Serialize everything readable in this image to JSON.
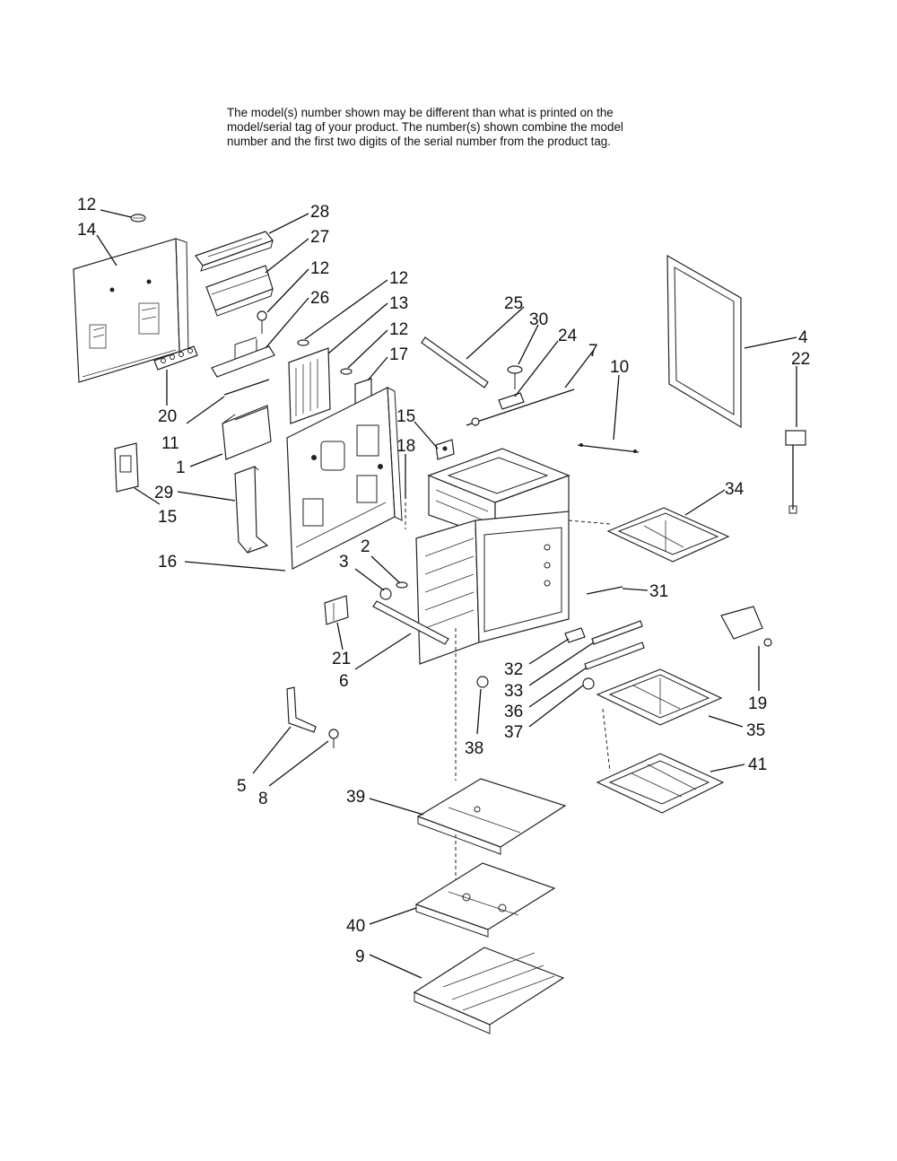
{
  "notice": [
    "The model(s) number shown may be different than what is printed on the",
    "model/serial tag of your product. The number(s) shown combine the model",
    "number and the first two digits of the serial number from the product tag."
  ],
  "labels": [
    {
      "id": "l12a",
      "text": "12"
    },
    {
      "id": "l14",
      "text": "14"
    },
    {
      "id": "l28",
      "text": "28"
    },
    {
      "id": "l27",
      "text": "27"
    },
    {
      "id": "l12b",
      "text": "12"
    },
    {
      "id": "l26",
      "text": "26"
    },
    {
      "id": "l12c",
      "text": "12"
    },
    {
      "id": "l13",
      "text": "13"
    },
    {
      "id": "l12d",
      "text": "12"
    },
    {
      "id": "l17",
      "text": "17"
    },
    {
      "id": "l20",
      "text": "20"
    },
    {
      "id": "l11",
      "text": "11"
    },
    {
      "id": "l1",
      "text": "1"
    },
    {
      "id": "l29",
      "text": "29"
    },
    {
      "id": "l15a",
      "text": "15"
    },
    {
      "id": "l15b",
      "text": "15"
    },
    {
      "id": "l18",
      "text": "18"
    },
    {
      "id": "l16",
      "text": "16"
    },
    {
      "id": "l25",
      "text": "25"
    },
    {
      "id": "l30",
      "text": "30"
    },
    {
      "id": "l24",
      "text": "24"
    },
    {
      "id": "l7",
      "text": "7"
    },
    {
      "id": "l10",
      "text": "10"
    },
    {
      "id": "l4",
      "text": "4"
    },
    {
      "id": "l22",
      "text": "22"
    },
    {
      "id": "l34",
      "text": "34"
    },
    {
      "id": "l2",
      "text": "2"
    },
    {
      "id": "l3",
      "text": "3"
    },
    {
      "id": "l31",
      "text": "31"
    },
    {
      "id": "l21",
      "text": "21"
    },
    {
      "id": "l6",
      "text": "6"
    },
    {
      "id": "l32",
      "text": "32"
    },
    {
      "id": "l33",
      "text": "33"
    },
    {
      "id": "l36",
      "text": "36"
    },
    {
      "id": "l37",
      "text": "37"
    },
    {
      "id": "l19",
      "text": "19"
    },
    {
      "id": "l35",
      "text": "35"
    },
    {
      "id": "l38",
      "text": "38"
    },
    {
      "id": "l5",
      "text": "5"
    },
    {
      "id": "l8",
      "text": "8"
    },
    {
      "id": "l41",
      "text": "41"
    },
    {
      "id": "l39",
      "text": "39"
    },
    {
      "id": "l40",
      "text": "40"
    },
    {
      "id": "l9",
      "text": "9"
    }
  ]
}
